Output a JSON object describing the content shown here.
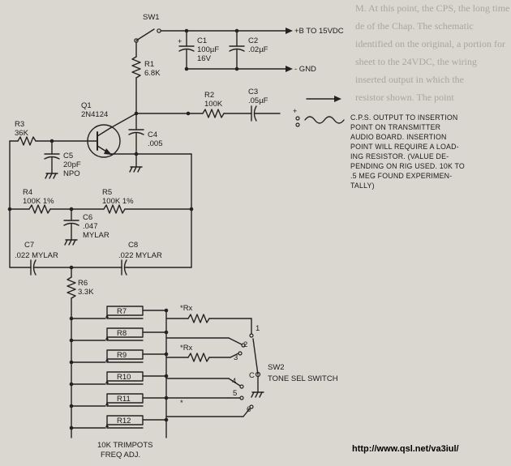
{
  "components": {
    "sw1": "SW1",
    "r1": [
      "R1",
      "6.8K"
    ],
    "c1": [
      "C1",
      "100µF",
      "16V"
    ],
    "c1_polarity": "+",
    "c2": [
      "C2",
      ".02µF"
    ],
    "q1": [
      "Q1",
      "2N4124"
    ],
    "r2": [
      "R2",
      "100K"
    ],
    "c3": [
      "C3",
      ".05µF"
    ],
    "c4": [
      "C4",
      ".005"
    ],
    "r3": [
      "R3",
      "36K"
    ],
    "c5": [
      "C5",
      "20pF",
      "NPO"
    ],
    "r4": [
      "R4",
      "100K 1%"
    ],
    "r5": [
      "R5",
      "100K 1%"
    ],
    "c6": [
      "C6",
      ".047",
      "MYLAR"
    ],
    "c7": [
      "C7",
      ".022 MYLAR"
    ],
    "c8": [
      "C8",
      ".022 MYLAR"
    ],
    "r6": [
      "R6",
      "3.3K"
    ],
    "trimpots": [
      "R7",
      "R8",
      "R9",
      "R10",
      "R11",
      "R12"
    ],
    "rx_top": "*Rx",
    "rx_mid": "*Rx",
    "rx_star": "*",
    "sw2": [
      "SW2",
      "TONE SEL SWITCH"
    ],
    "sw2_c": "C",
    "sw2_positions": [
      "1",
      "2",
      "3",
      "4",
      "5",
      "6"
    ],
    "trimpot_note": [
      "10K TRIMPOTS",
      "FREQ ADJ."
    ]
  },
  "supply": {
    "positive": "+B TO 15VDC",
    "ground": "- GND"
  },
  "output": {
    "polarity": "+",
    "note": [
      "C.P.S. OUTPUT TO INSERTION",
      "POINT ON TRANSMITTER",
      "AUDIO BOARD. INSERTION",
      "POINT WILL REQUIRE A LOAD-",
      "ING RESISTOR. (VALUE DE-",
      "PENDING ON RIG USED. 10K TO",
      ".5 MEG FOUND EXPERIMEN-",
      "TALLY)"
    ]
  },
  "watermark": "http://www.qsl.net/va3iul/",
  "background_text": [
    "M. At this point, the CPS, the long time",
    "de of the Chap. The schematic",
    "identified on the original, a portion for",
    "sheet to the 24VDC, the wiring",
    "inserted output in which the",
    "resistor shown. The point"
  ],
  "colors": {
    "paper": "#d9d7d0",
    "ink": "#222222"
  }
}
